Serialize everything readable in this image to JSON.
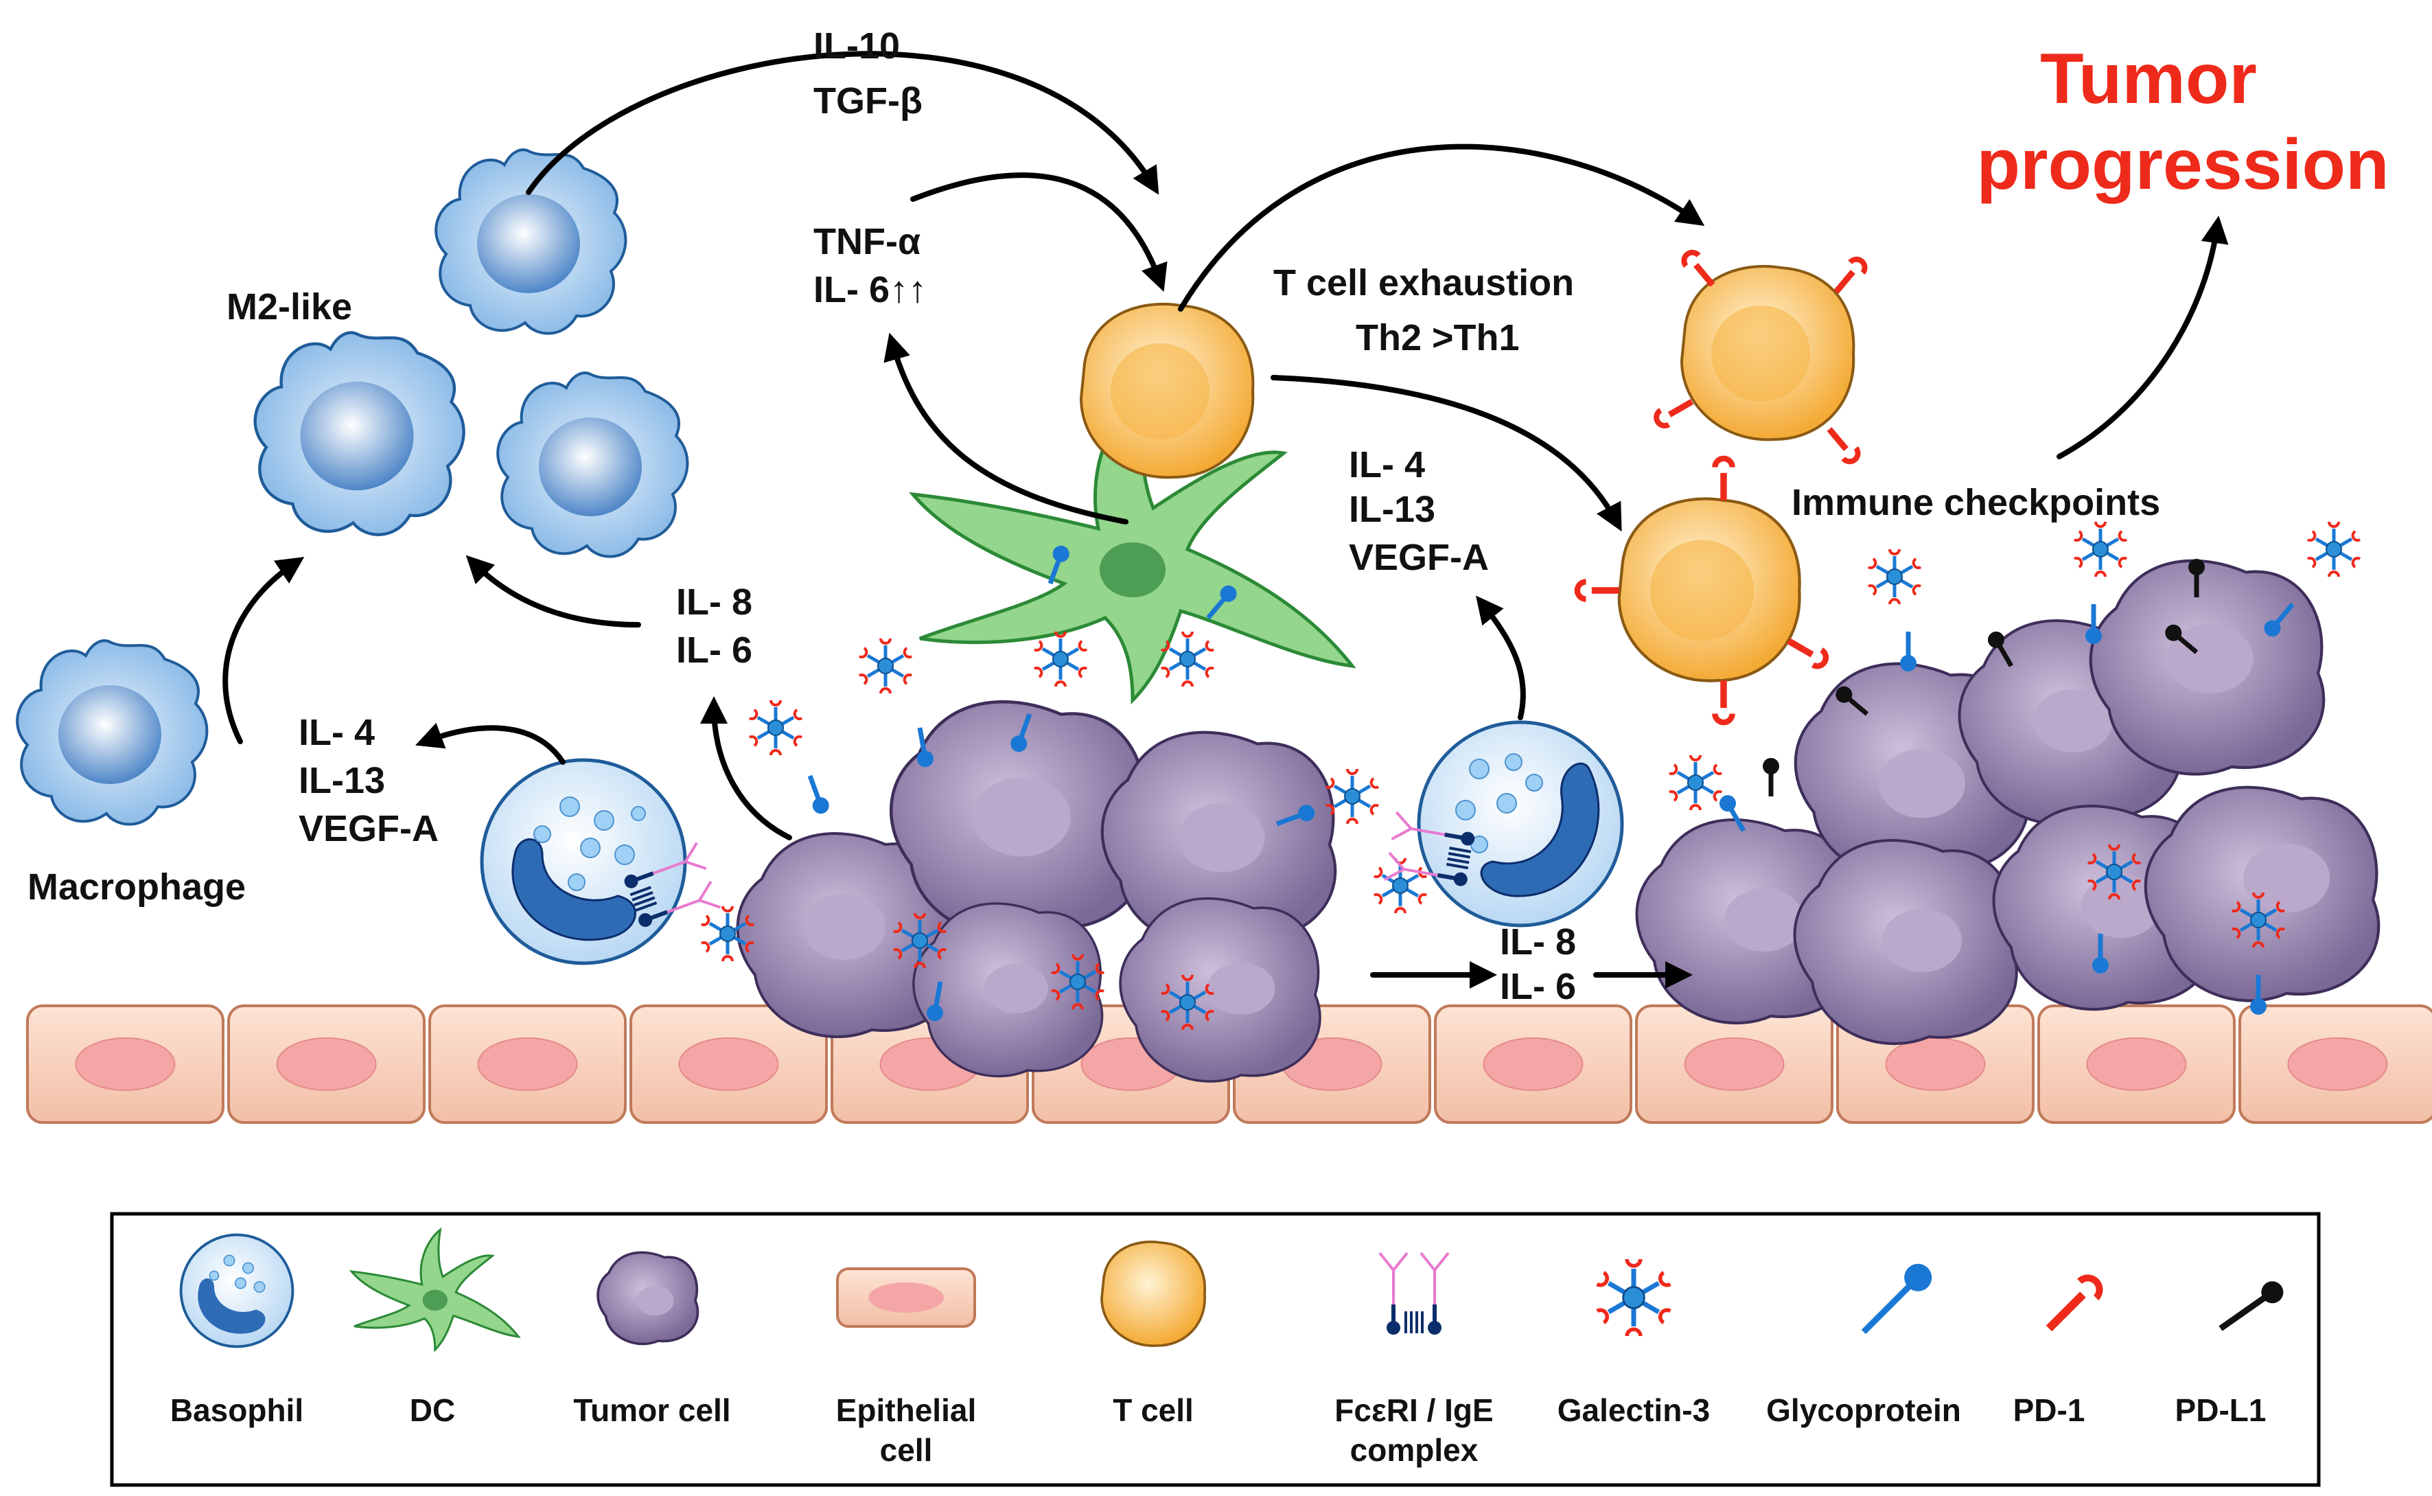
{
  "labels": {
    "tumor_progression": [
      "Tumor",
      "progression"
    ],
    "m2_like": "M2-like",
    "macrophage": "Macrophage",
    "il10_tgfb": [
      "IL-10",
      "TGF-β"
    ],
    "tnfa_il6": [
      "TNF-α",
      "IL- 6↑↑"
    ],
    "t_cell_exhaustion": [
      "T cell  exhaustion",
      "Th2 >Th1"
    ],
    "il4_il13_vegfa_mid": [
      "IL- 4",
      "IL-13",
      "VEGF-A"
    ],
    "il4_il13_vegfa_left": [
      "IL- 4",
      "IL-13",
      "VEGF-A"
    ],
    "il8_il6_left": [
      "IL- 8",
      "IL- 6"
    ],
    "il8_il6_bottom": [
      "IL- 8",
      "IL- 6"
    ],
    "immune_checkpoints": "Immune  checkpoints"
  },
  "legend": [
    {
      "icon": "basophil-icon",
      "label": [
        "Basophil"
      ]
    },
    {
      "icon": "dc-icon",
      "label": [
        "DC"
      ]
    },
    {
      "icon": "tumor-cell-icon",
      "label": [
        "Tumor  cell"
      ]
    },
    {
      "icon": "epithelial-cell-icon",
      "label": [
        "Epithelial",
        "cell"
      ]
    },
    {
      "icon": "t-cell-icon",
      "label": [
        "T cell"
      ]
    },
    {
      "icon": "fceri-ige-icon",
      "label": [
        "FcεRI / IgE",
        "complex"
      ]
    },
    {
      "icon": "galectin3-icon",
      "label": [
        "Galectin-3"
      ]
    },
    {
      "icon": "glycoprotein-icon",
      "label": [
        "Glycoprotein"
      ]
    },
    {
      "icon": "pd1-icon",
      "label": [
        "PD-1"
      ]
    },
    {
      "icon": "pdl1-icon",
      "label": [
        "PD-L1"
      ]
    }
  ],
  "colors": {
    "accent_red": "#ee2a1b",
    "macrophage_blue": "#9cc7ec",
    "tcell_yellow": "#f8c05a",
    "tumor_purple": "#8d7ca6",
    "dc_green": "#8fd18a",
    "epithelial_pink": "#f8d2bf",
    "glycoprotein_blue": "#1a78d4"
  }
}
